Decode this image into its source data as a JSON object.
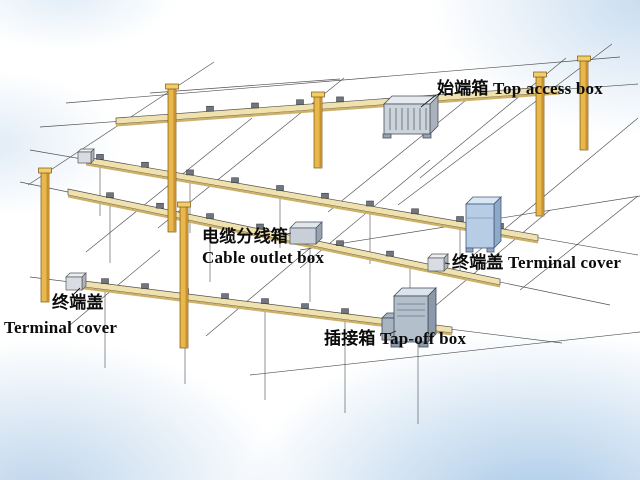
{
  "diagram": {
    "labels": {
      "top_access": "始端箱 Top access box",
      "cable_outlet_zh": "电缆分线箱",
      "cable_outlet_en": "Cable outlet box",
      "terminal_right": "终端盖 Terminal cover",
      "terminal_left_zh": "终端盖",
      "terminal_left_en": "Terminal cover",
      "tap_off": "插接箱 Tap-off box"
    },
    "colors": {
      "column": "#E8B84C",
      "column-dark": "#C8902E",
      "column-cap": "#F2CE6B",
      "rail": "#EFE2AE",
      "rail-dark": "#CDB169",
      "line": "#3f3f3f",
      "text": "#0b0b0b",
      "box-gray": "#C5CDD6",
      "box-blue": "#B7CDE6",
      "sky-wash": "#BCD4EB"
    }
  }
}
